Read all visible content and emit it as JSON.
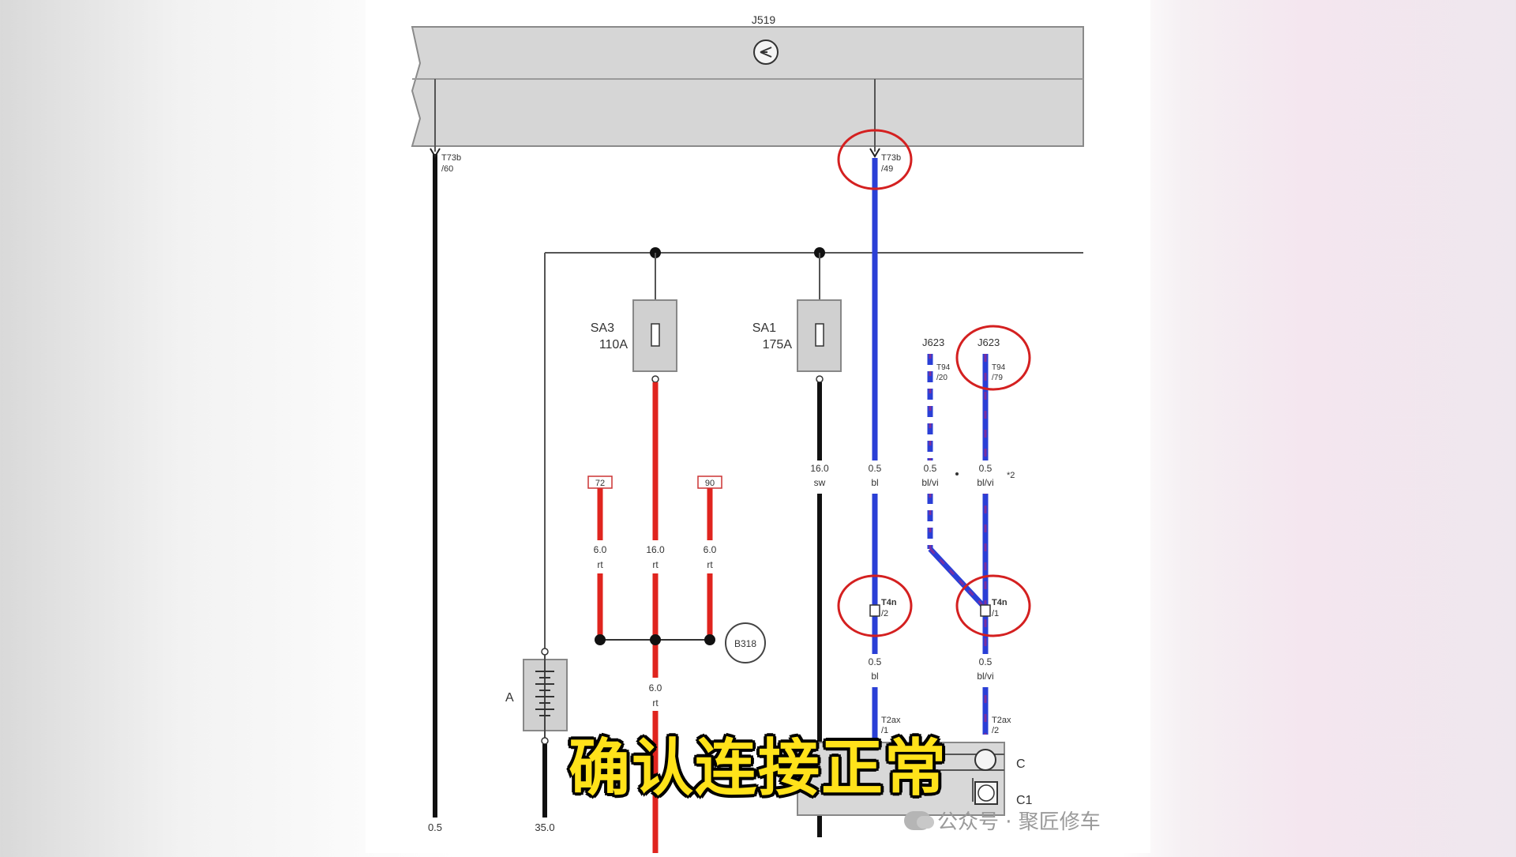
{
  "diagram": {
    "module_label": "J519",
    "connectors": {
      "left_top": [
        "T73b",
        "/60"
      ],
      "right_top": [
        "T73b",
        "/49"
      ],
      "j623_a": [
        "J623",
        "T94",
        "/20"
      ],
      "j623_b": [
        "J623",
        "T94",
        "/79"
      ],
      "t4n_a": [
        "T4n",
        "/2"
      ],
      "t4n_b": [
        "T4n",
        "/1"
      ],
      "t2ax_a": [
        "T2ax",
        "/1"
      ],
      "t2ax_b": [
        "T2ax",
        "/2"
      ]
    },
    "fuses": [
      {
        "name": "SA3",
        "rating": "110A"
      },
      {
        "name": "SA1",
        "rating": "175A"
      }
    ],
    "terminals": [
      "72",
      "90"
    ],
    "ground_ref": "B318",
    "battery_label": "A",
    "component_labels": [
      "C",
      "C1"
    ],
    "wires": {
      "w_6rt_left": [
        "6.0",
        "rt"
      ],
      "w_16rt": [
        "16.0",
        "rt"
      ],
      "w_6rt_right": [
        "6.0",
        "rt"
      ],
      "w_6rt_bottom": [
        "6.0",
        "rt"
      ],
      "w_16sw": [
        "16.0",
        "sw"
      ],
      "w_05bl_top": [
        "0.5",
        "bl"
      ],
      "w_05blvi_a": [
        "0.5",
        "bl/vi"
      ],
      "w_05blvi_b": [
        "0.5",
        "bl/vi"
      ],
      "w_05bl_bottom": [
        "0.5",
        "bl"
      ],
      "w_05blvi_bottom": [
        "0.5",
        "bl/vi"
      ]
    },
    "footnote": "*2",
    "bottom_values": [
      "0.5",
      "35.0"
    ]
  },
  "subtitle": "确认连接正常",
  "watermark": "公众号 · 聚匠修车",
  "colors": {
    "blue_wire": "#2a3fd6",
    "red_wire": "#e0241e",
    "highlight": "#d42020",
    "violet": "#7a2fa0"
  }
}
